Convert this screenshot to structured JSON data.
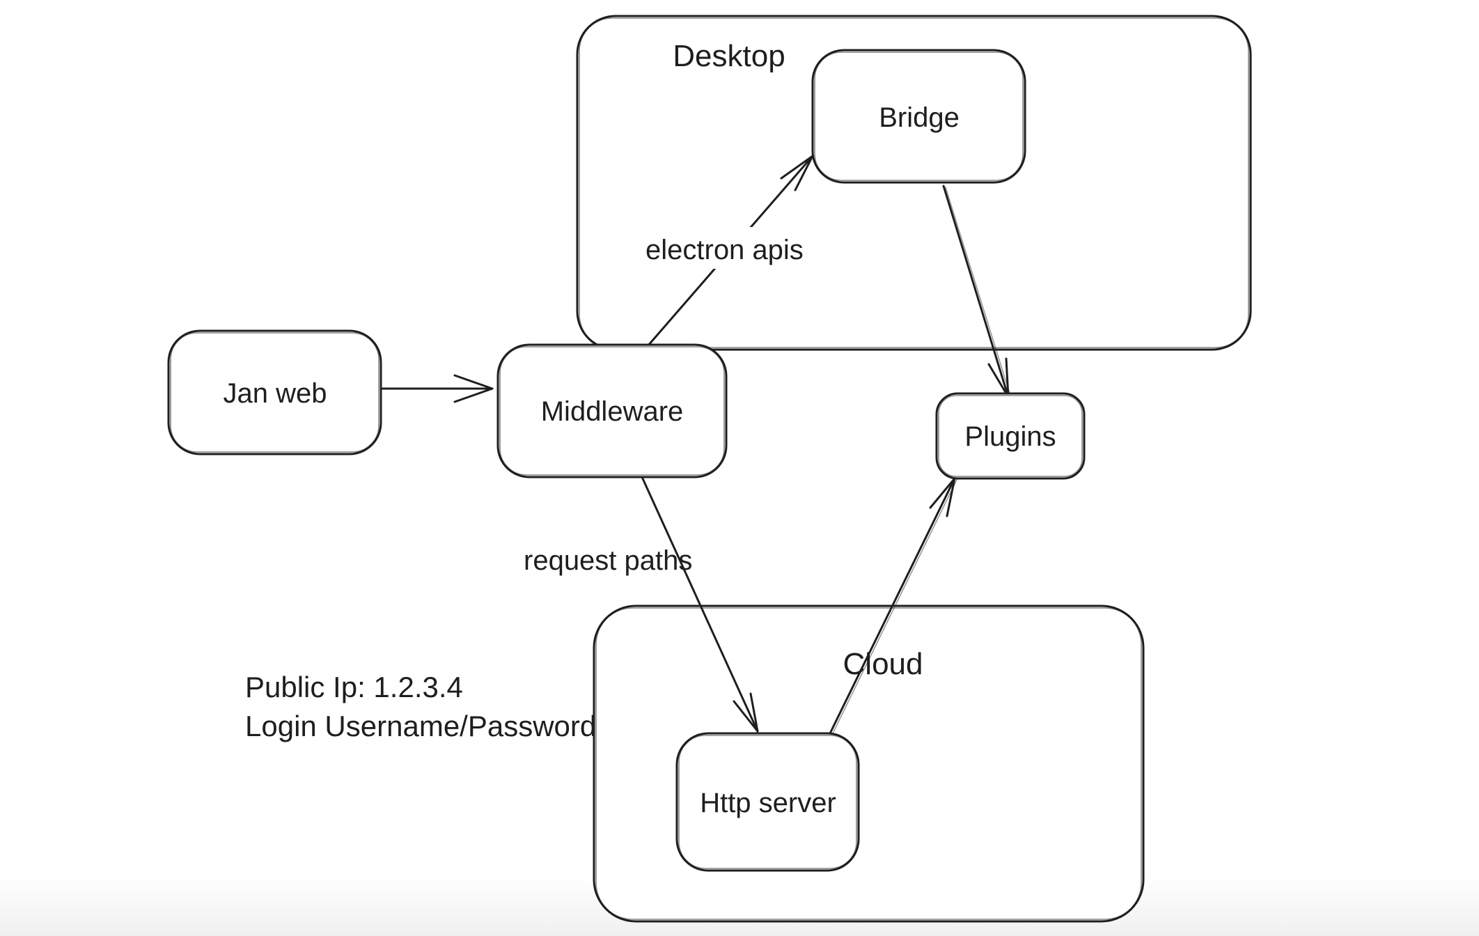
{
  "canvas": {
    "background": "#ffffff",
    "stroke_color": "#1e1e1e",
    "bottom_fade_color": "#f0f0f1"
  },
  "containers": [
    {
      "id": "desktop",
      "label": "Desktop"
    },
    {
      "id": "cloud",
      "label": "Cloud"
    }
  ],
  "nodes": [
    {
      "id": "jan-web",
      "label": "Jan web"
    },
    {
      "id": "middleware",
      "label": "Middleware"
    },
    {
      "id": "bridge",
      "label": "Bridge"
    },
    {
      "id": "plugins",
      "label": "Plugins"
    },
    {
      "id": "http-server",
      "label": "Http server"
    }
  ],
  "edges": [
    {
      "from": "jan-web",
      "to": "middleware",
      "label": ""
    },
    {
      "from": "middleware",
      "to": "bridge",
      "label": "electron apis"
    },
    {
      "from": "bridge",
      "to": "plugins",
      "label": ""
    },
    {
      "from": "middleware",
      "to": "http-server",
      "label": "request paths"
    },
    {
      "from": "http-server",
      "to": "plugins",
      "label": ""
    }
  ],
  "annotations": [
    {
      "text": "Public Ip: 1.2.3.4"
    },
    {
      "text": "Login Username/Password"
    }
  ]
}
